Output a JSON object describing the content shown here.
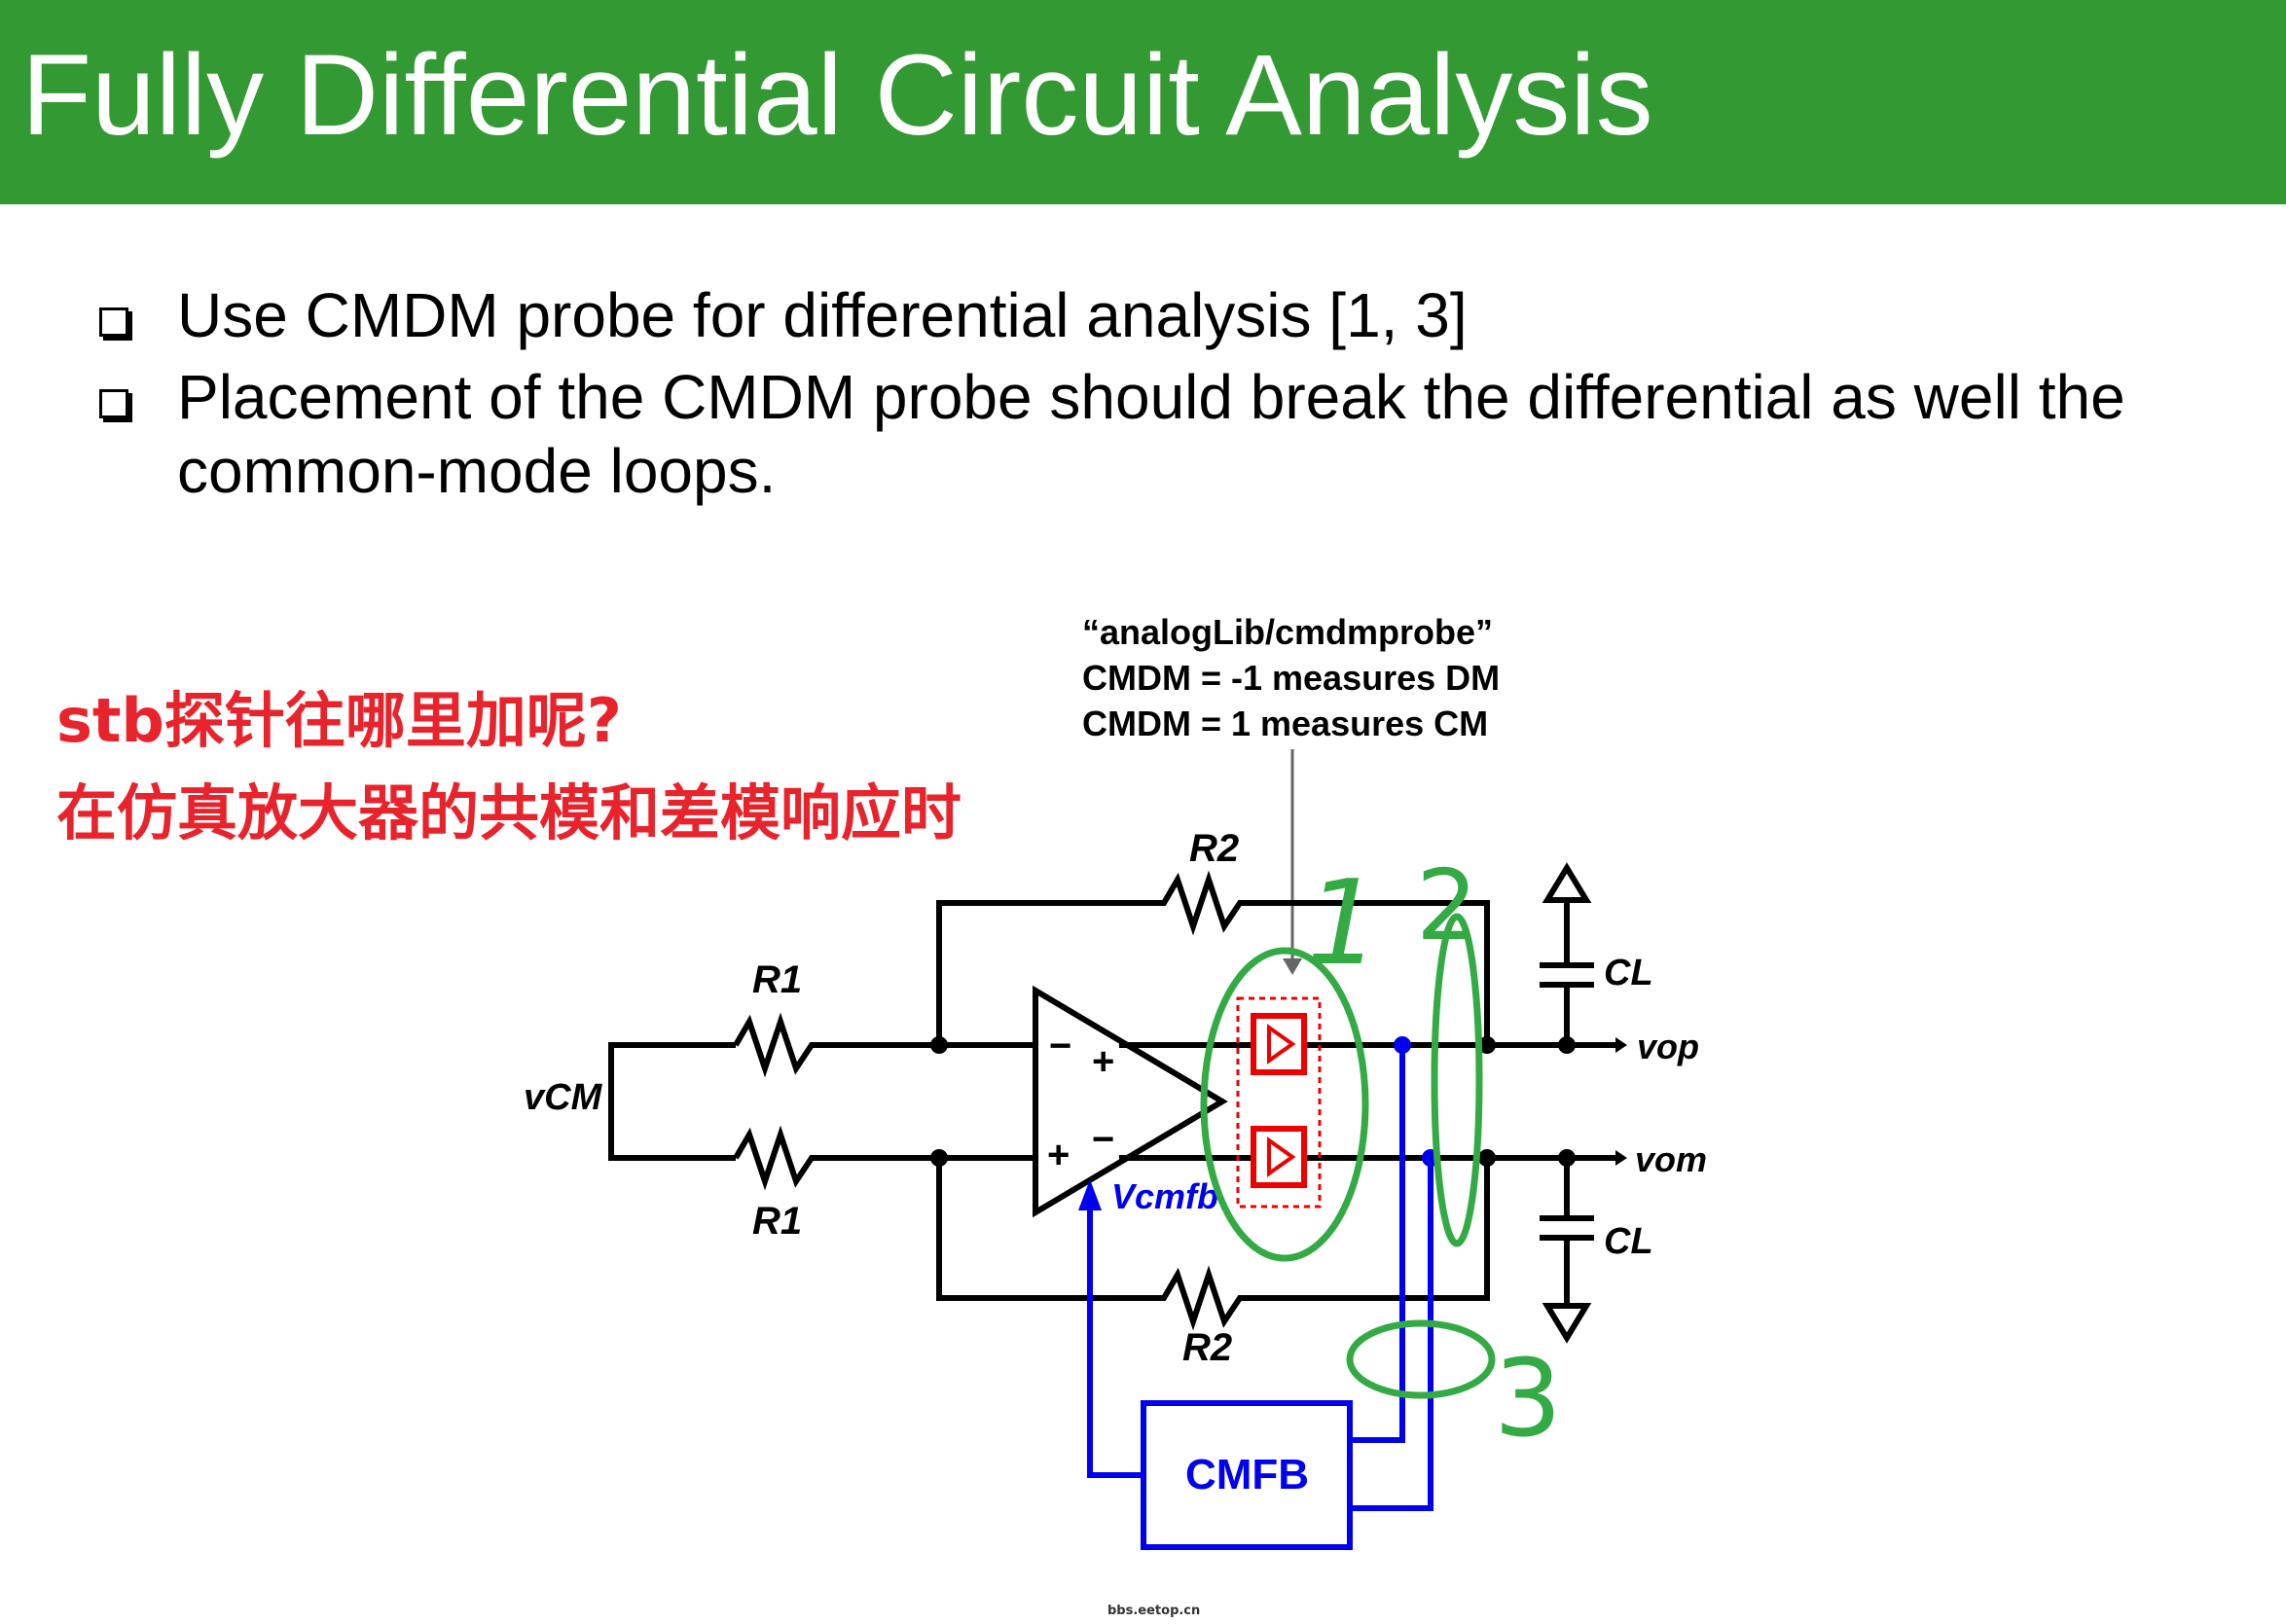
{
  "slide": {
    "title": "Fully Differential Circuit Analysis",
    "bullets": [
      "Use CMDM probe for differential analysis [1, 3]",
      "Placement of the CMDM probe should break the differential as well the common-mode loops."
    ]
  },
  "annotation": {
    "line1": "stb探针往哪里加呢?",
    "line2": "在仿真放大器的共模和差模响应时"
  },
  "probe_note": {
    "line1": "“analogLib/cmdmprobe”",
    "line2": "CMDM = -1 measures DM",
    "line3": "CMDM =  1 measures CM"
  },
  "circuit": {
    "r1_top": "R1",
    "r1_bottom": "R1",
    "r2_top": "R2",
    "r2_bottom": "R2",
    "cl_top": "CL",
    "cl_bottom": "CL",
    "vcm": "vCM",
    "vop": "vop",
    "vom": "vom",
    "vcmfb": "Vcmfb",
    "cmfb": "CMFB",
    "minus_top": "−",
    "plus_top": "+",
    "plus_bottom": "+",
    "minus_bottom": "−"
  },
  "handwritten_marks": [
    "1",
    "2",
    "3"
  ],
  "colors": {
    "header": "#339933",
    "annotation": "#e8232b",
    "feedback": "#0000ee",
    "probe": "#ee0000",
    "handwriting": "#33aa44"
  },
  "footer": "bbs.eetop.cn"
}
